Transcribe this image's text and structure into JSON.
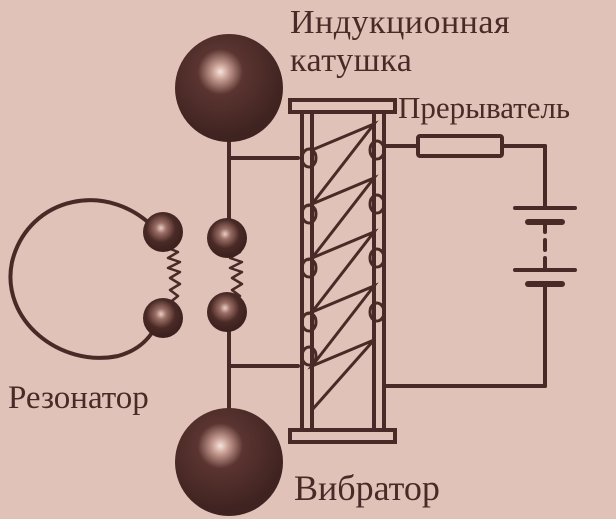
{
  "labels": {
    "coil_line1": "Индукционная",
    "coil_line2": "катушка",
    "interrupter": "Прерыватель",
    "resonator": "Резонатор",
    "vibrator": "Вибратор"
  },
  "colors": {
    "background": "#e0c2b8",
    "ink": "#4a2a26",
    "ink_dark": "#3f2320",
    "sphere_highlight": "#f4e4dc"
  }
}
